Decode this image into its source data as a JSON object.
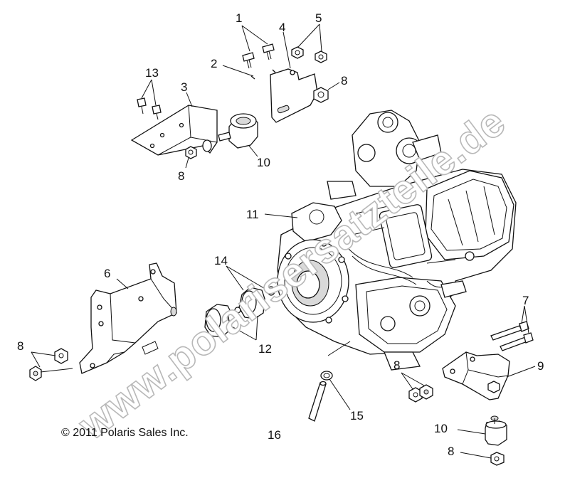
{
  "diagram": {
    "watermark": "www.polarisersatzteile.de",
    "copyright": "© 2011 Polaris Sales Inc.",
    "callouts": {
      "c1": "1",
      "c2": "2",
      "c3": "3",
      "c4": "4",
      "c5": "5",
      "c6": "6",
      "c7": "7",
      "c8a": "8",
      "c8b": "8",
      "c8c": "8",
      "c8d": "8",
      "c8e": "8",
      "c9": "9",
      "c10a": "10",
      "c10b": "10",
      "c11": "11",
      "c12": "12",
      "c13": "13",
      "c14": "14",
      "c15": "15",
      "c16": "16"
    }
  }
}
